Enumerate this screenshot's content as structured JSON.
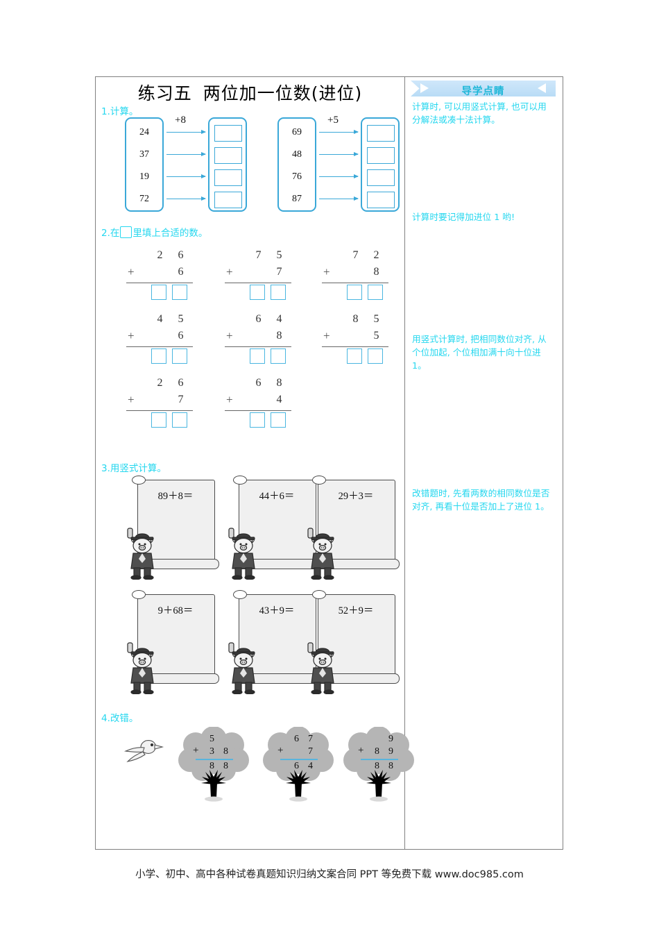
{
  "page": {
    "title_main": "练习五",
    "title_sub": "两位加一位数(进位)",
    "footer": "小学、初中、高中各种试卷真题知识归纳文案合同 PPT 等免费下载 www.doc985.com",
    "accent_color": "#25d7ef",
    "rule_color": "#3aa8d8"
  },
  "ex1": {
    "heading": "1.计算。",
    "groups": [
      {
        "operator": "+8",
        "operands": [
          "24",
          "37",
          "19",
          "72"
        ]
      },
      {
        "operator": "+5",
        "operands": [
          "69",
          "48",
          "76",
          "87"
        ]
      }
    ]
  },
  "ex2": {
    "heading_pre": "2.在",
    "heading_post": "里填上合适的数。",
    "plus": "+",
    "problems": [
      {
        "tens": "2",
        "ones": "6",
        "addend": "6"
      },
      {
        "tens": "7",
        "ones": "5",
        "addend": "7"
      },
      {
        "tens": "7",
        "ones": "2",
        "addend": "8"
      },
      {
        "tens": "4",
        "ones": "5",
        "addend": "6"
      },
      {
        "tens": "6",
        "ones": "4",
        "addend": "8"
      },
      {
        "tens": "8",
        "ones": "5",
        "addend": "5"
      },
      {
        "tens": "2",
        "ones": "6",
        "addend": "7"
      },
      {
        "tens": "6",
        "ones": "8",
        "addend": "4"
      }
    ]
  },
  "ex3": {
    "heading": "3.用竖式计算。",
    "problems": [
      "89＋8＝",
      "44＋6＝",
      "29＋3＝",
      "9＋68＝",
      "43＋9＝",
      "52＋9＝"
    ]
  },
  "ex4": {
    "heading": "4.改错。",
    "plus": "+",
    "problems": [
      {
        "top_tens": "5",
        "top_ones": "",
        "add_tens": "3",
        "add_ones": "8",
        "sum_tens": "8",
        "sum_ones": "8"
      },
      {
        "top_tens": "6",
        "top_ones": "7",
        "add_tens": "",
        "add_ones": "7",
        "sum_tens": "6",
        "sum_ones": "4"
      },
      {
        "top_tens": "",
        "top_ones": "9",
        "add_tens": "8",
        "add_ones": "9",
        "sum_tens": "8",
        "sum_ones": "8"
      }
    ]
  },
  "guide": {
    "title": "导学点睛",
    "notes": [
      "计算时, 可以用竖式计算, 也可以用分解法或凑十法计算。",
      "计算时要记得加进位 1 哟!",
      "用竖式计算时, 把相同数位对齐, 从个位加起, 个位相加满十向十位进1。",
      "改错题时, 先看两数的相同数位是否对齐, 再看十位是否加上了进位 1。"
    ]
  }
}
